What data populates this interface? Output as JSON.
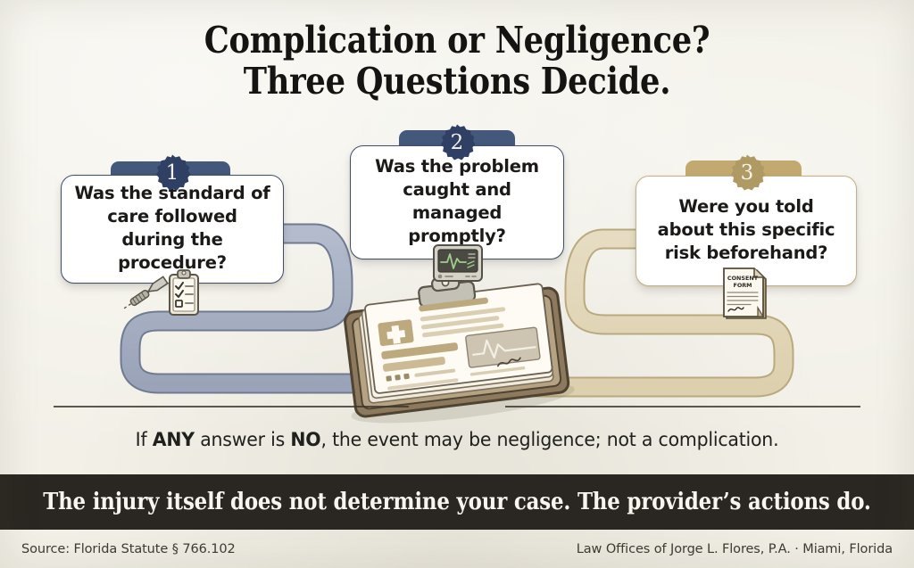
{
  "meta": {
    "background_color": "#f2f0e7",
    "navy": "#3d4f70",
    "navy_tab": "#44587c",
    "navy_badge": "#2f4064",
    "gold": "#c4b086",
    "gold_tab": "#c2a96f",
    "gold_badge": "#b09a63",
    "banner_color": "#2a2722",
    "ink": "#1b1a18"
  },
  "title": {
    "line1": "Complication or Negligence?",
    "line2": "Three Questions Decide."
  },
  "cards": [
    {
      "number": "1",
      "question": "Was the standard of care followed during the procedure?",
      "theme": "navy",
      "icons": [
        "scalpel-icon",
        "checklist-clipboard-icon"
      ]
    },
    {
      "number": "2",
      "question": "Was the problem caught and managed promptly?",
      "theme": "navy",
      "icons": [
        "vital-signs-monitor-icon"
      ]
    },
    {
      "number": "3",
      "question": "Were you told about this specific risk beforehand?",
      "theme": "gold",
      "icons": [
        "consent-form-icon"
      ]
    }
  ],
  "center_illustration": {
    "name": "medical-records-clipboard",
    "details": [
      "medical-cross-mark",
      "ekg-trace-thumbnail",
      "signature-mark"
    ]
  },
  "consent_form": {
    "line1": "CONSENT",
    "line2": "FORM"
  },
  "summary": {
    "prefix": "If ",
    "bold1": "ANY",
    "middle": " answer is ",
    "bold2": "NO",
    "suffix": ", the event may be negligence; not a complication."
  },
  "banner": {
    "text": "The injury itself does not determine your case. The provider’s actions do."
  },
  "footer": {
    "source": "Source: Florida Statute § 766.102",
    "firm": "Law Offices of Jorge L. Flores, P.A. · Miami, Florida"
  }
}
